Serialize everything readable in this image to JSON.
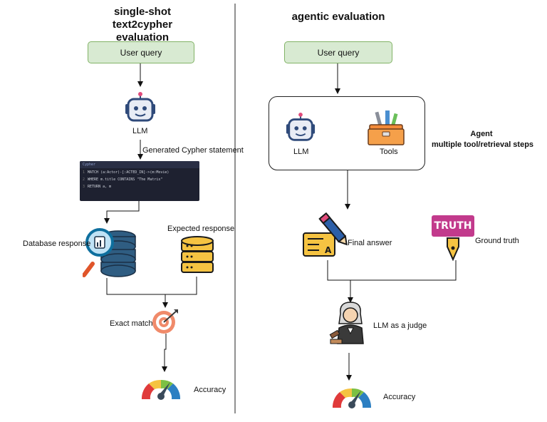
{
  "left": {
    "title_line1": "single-shot",
    "title_line2": "text2cypher evaluation",
    "user_query": "User query",
    "llm": "LLM",
    "generated": "Generated Cypher statement",
    "code": {
      "header": "Cypher",
      "lines": [
        {
          "n": "1",
          "text": "MATCH (a:Actor)-[:ACTED_IN]->(m:Movie)"
        },
        {
          "n": "2",
          "text": "WHERE m.title CONTAINS \"The Matrix\""
        },
        {
          "n": "3",
          "text": "RETURN a, m"
        }
      ]
    },
    "database_response": "Database response",
    "expected_response": "Expected response",
    "exact_match": "Exact match",
    "accuracy": "Accuracy"
  },
  "right": {
    "title": "agentic evaluation",
    "user_query": "User query",
    "llm": "LLM",
    "tools": "Tools",
    "agent_line1": "Agent",
    "agent_line2": "multiple tool/retrieval steps",
    "final_answer": "Final answer",
    "truth_sign": "TRUTH",
    "ground_truth": "Ground truth",
    "llm_judge": "LLM as a judge",
    "accuracy": "Accuracy"
  },
  "icons": [
    "robot-icon",
    "toolbox-icon",
    "database-search-icon",
    "database-icon",
    "target-icon",
    "gauge-icon",
    "document-pen-icon",
    "truth-pen-icon",
    "judge-icon"
  ],
  "colors": {
    "query_fill": "#d8ead2",
    "query_border": "#82b366",
    "db_yellow": "#f5c342",
    "robot": "#2f4a7a"
  }
}
